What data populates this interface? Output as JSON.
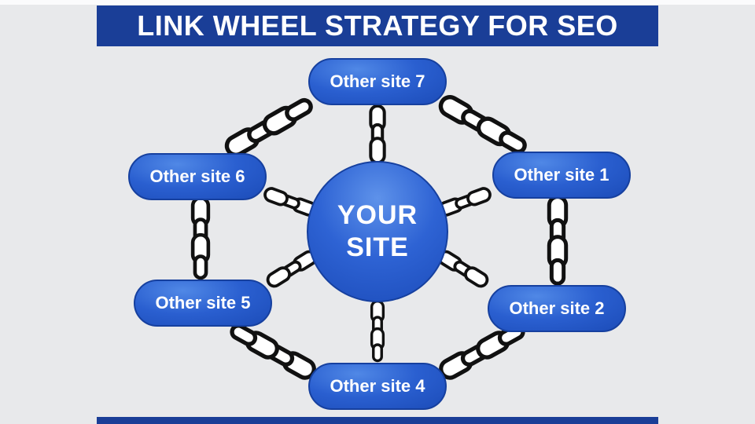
{
  "title": "LINK WHEEL STRATEGY FOR SEO",
  "center": {
    "line1": "YOUR",
    "line2": "SITE"
  },
  "sites": [
    {
      "label": "Other site 7"
    },
    {
      "label": "Other site 1"
    },
    {
      "label": "Other site 2"
    },
    {
      "label": "Other site 4"
    },
    {
      "label": "Other site 5"
    },
    {
      "label": "Other site 6"
    }
  ],
  "icons": {
    "connector": "chain-link"
  },
  "colors": {
    "header_bar": "#1a3e97",
    "node_blue": "#2a5fd0",
    "background": "#e8e9eb",
    "chain": "#111111",
    "text": "#ffffff"
  }
}
